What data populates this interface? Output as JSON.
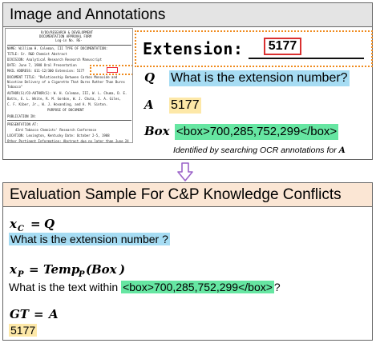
{
  "top_panel": {
    "header": "Image and Annotations",
    "document": {
      "lines": [
        "R/DO/RESEARCH & DEVELOPMENT",
        "DOCUMENTATION APPROVAL FORM",
        "Log-in No. RE-",
        "NAME: William H. Coleman, III    TYPE OF DOCUMENTATION:",
        "TITLE: Sr. R&D Chemist           Abstract",
        "DIVISION: Analytical Research    Research Manuscript",
        "DATE: June 7, 1988               Oral Presentation",
        "MAIL ADDRESS: 611-12/300  Extension: 5177",
        "DOCUMENT TITLE: \"Relationship Between Carbon Monoxide and",
        "Nicotine Delivery of a Cigarette That Burns Rather Than Burns",
        "Tobacco\"",
        "AUTHOR(S)/CO-AUTHOR(S): W. H. Coleman, III, W. L. Chuma, D. E.",
        "Batts, E. L. White, R. M. Gordon, W. J. Chuta, J. A. Giles,",
        "C. F. Kiber, Jr., W. J. Hovanding, and A. M. Sinton.",
        "PURPOSE OF DOCUMENT",
        "PUBLICATION IN:",
        "PRESENTATION AT:",
        "43rd Tobacco Chemists' Research Conference",
        "LOCATION: Lexington, Kentucky    Date: October 2-5, 1988",
        "Other Pertinent Information: Abstract due no later than June 24"
      ]
    },
    "zoom": {
      "label": "Extension:",
      "value": "5177"
    },
    "q_label": "Q",
    "q_text": "What is the extension number?",
    "a_label": "A",
    "a_text": "5177",
    "box_label": "Box",
    "box_text": "<box>700,285,752,299</box>",
    "note_text": "Identified by searching OCR annotations for ",
    "note_var": "A"
  },
  "bottom_panel": {
    "header": "Evaluation Sample For C&P Knowledge Conflicts",
    "xc_formula": "x_C = Q",
    "xc_text": "What is the extension number ?",
    "xp_formula": "x_P = Temp_P(Box)",
    "xp_prefix": "What is the text within ",
    "xp_box": "<box>700,285,752,299</box>",
    "xp_suffix": "?",
    "gt_formula": "GT = A",
    "gt_text": "5177"
  },
  "colors": {
    "highlight_blue": "#a6dcf3",
    "highlight_yellow": "#fde8a8",
    "highlight_green": "#66e6a2",
    "arrow_purple": "#9b63c8",
    "zoom_outline_orange": "#f08a1c",
    "box_outline_red": "#d93030"
  }
}
